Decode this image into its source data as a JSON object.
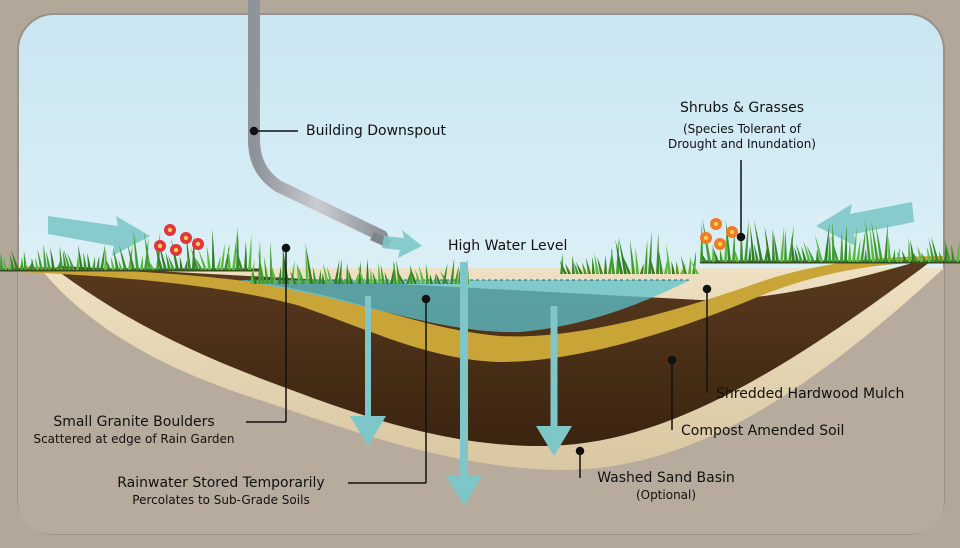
{
  "colors": {
    "sky_top": "#c9e6f1",
    "sky_bottom": "#eef8fb",
    "ground": "#b3a79a",
    "sand": "#e3d3b2",
    "compost": "#4a2f18",
    "mulch": "#c9a437",
    "water": "#5cc3cf",
    "arrow": "#7ec6c8",
    "grass": "#3f9d2f",
    "pipe": "#a9adb4",
    "flower_red": "#e0343f",
    "flower_orange": "#ef7b2a"
  },
  "labels": {
    "downspout": "Building Downspout",
    "high_water": "High Water Level",
    "shrubs_title": "Shrubs & Grasses",
    "shrubs_sub1": "(Species Tolerant of",
    "shrubs_sub2": "Drought and Inundation)",
    "mulch": "Shredded Hardwood Mulch",
    "compost": "Compost Amended Soil",
    "sand_title": "Washed Sand Basin",
    "sand_sub": "(Optional)",
    "boulders_title": "Small Granite Boulders",
    "boulders_sub": "Scattered at edge of Rain Garden",
    "storage_title": "Rainwater Stored Temporarily",
    "storage_sub": "Percolates to Sub-Grade Soils"
  }
}
